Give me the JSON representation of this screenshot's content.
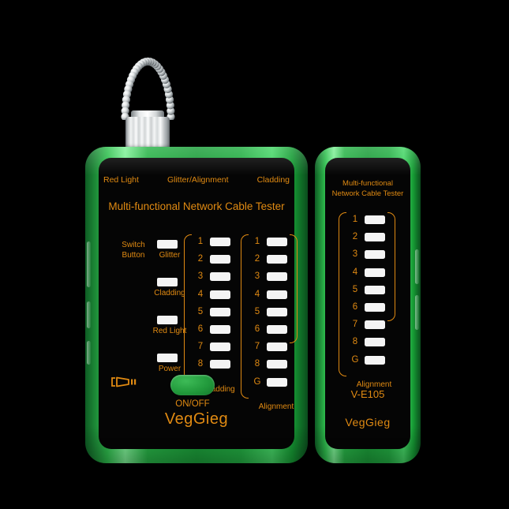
{
  "product": {
    "brand": "VegGieg",
    "model": "V-E105",
    "main_title": "Multi-functional Network Cable Tester",
    "remote_title_line1": "Multi-functional",
    "remote_title_line2": "Network Cable Tester"
  },
  "colors": {
    "amber": "#e08a12",
    "shell_green": "#1c9e3a",
    "shell_highlight": "#7ef096",
    "led_white": "#f4f4f4",
    "panel_black": "#050505"
  },
  "main_unit": {
    "header_labels": [
      "Red Light",
      "Glitter/Alignment",
      "Cladding"
    ],
    "switch_caption_line1": "Switch",
    "switch_caption_line2": "Button",
    "status_indicators": [
      {
        "label": "Glitter"
      },
      {
        "label": "Cladding"
      },
      {
        "label": "Red Light"
      },
      {
        "label": "Power"
      }
    ],
    "plug_icon": "cable-connector-icon",
    "cladding_column": {
      "caption": "Cladding",
      "pins": [
        "1",
        "2",
        "3",
        "4",
        "5",
        "6",
        "7",
        "8"
      ]
    },
    "alignment_column": {
      "caption": "Alignment",
      "pins": [
        "1",
        "2",
        "3",
        "4",
        "5",
        "6",
        "7",
        "8",
        "G"
      ]
    },
    "power_button_label": "ON/OFF"
  },
  "remote_unit": {
    "alignment_column": {
      "caption": "Alignment",
      "pins": [
        "1",
        "2",
        "3",
        "4",
        "5",
        "6",
        "7",
        "8",
        "G"
      ]
    }
  },
  "keychain": {
    "type": "ball-chain-keyring",
    "connector": "knurled-metal-ferrule"
  }
}
